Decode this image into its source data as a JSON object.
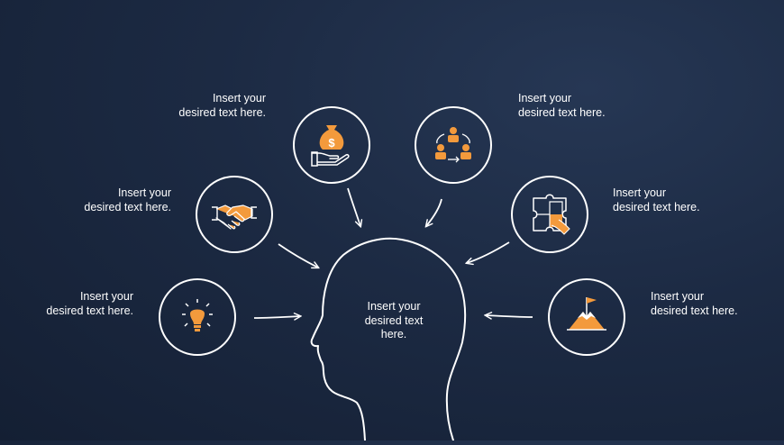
{
  "center_text": "Insert your\ndesired text\nhere.",
  "nodes": [
    {
      "id": "money-bag",
      "icon": "money-bag-hand-icon",
      "text": "Insert your\ndesired text here."
    },
    {
      "id": "team-cycle",
      "icon": "team-cycle-icon",
      "text": "Insert your\ndesired text here."
    },
    {
      "id": "handshake",
      "icon": "handshake-icon",
      "text": "Insert your\ndesired text here."
    },
    {
      "id": "puzzle",
      "icon": "puzzle-icon",
      "text": "Insert your\ndesired text here."
    },
    {
      "id": "lightbulb",
      "icon": "lightbulb-icon",
      "text": "Insert your\ndesired text here."
    },
    {
      "id": "mountain-flag",
      "icon": "mountain-flag-icon",
      "text": "Insert your\ndesired text here."
    }
  ],
  "colors": {
    "background": "#1c2a43",
    "line": "#ffffff",
    "accent": "#f39a3c"
  }
}
